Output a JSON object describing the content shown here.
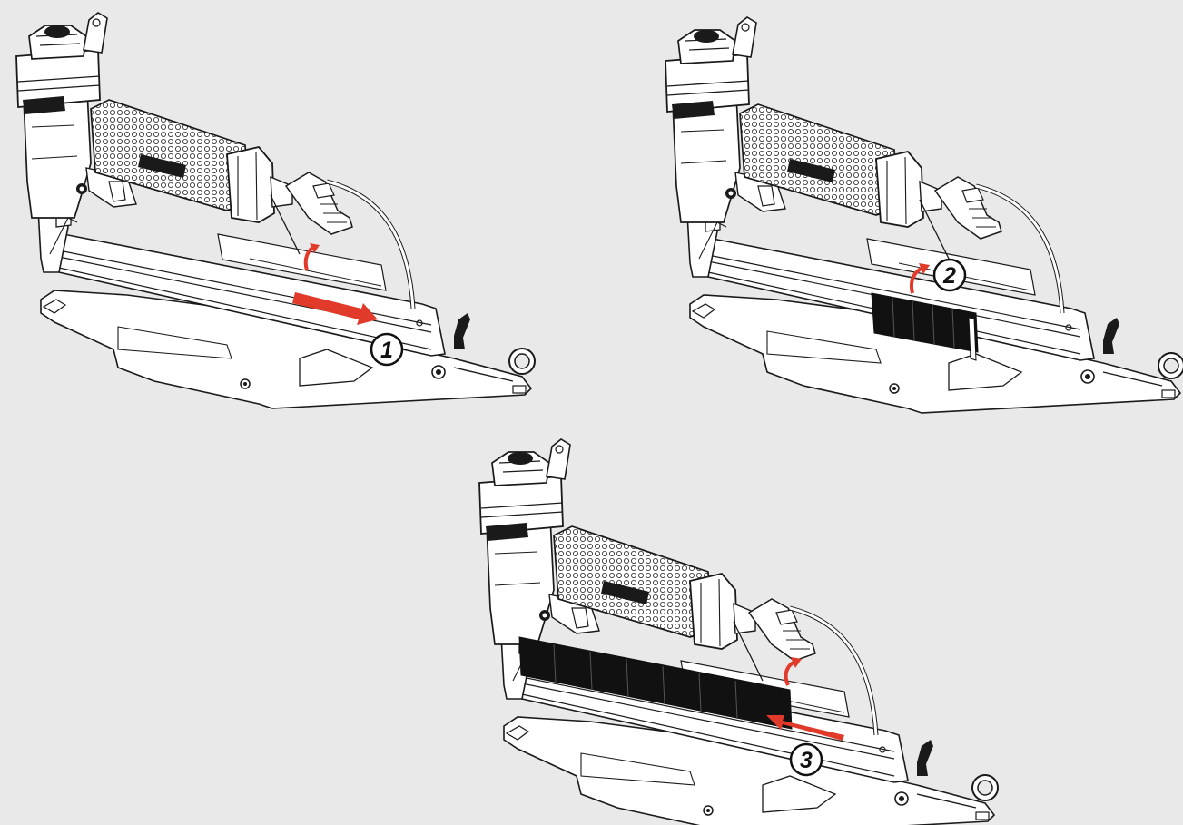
{
  "colors": {
    "background": "#e9e9e9",
    "line": "#1a1a1a",
    "fill_light": "#ffffff",
    "fill_dark": "#111111",
    "arrow_red": "#e23a2a"
  },
  "steps": [
    {
      "number": "1",
      "arrows": [
        "push-right-arrow",
        "lift-arrow"
      ]
    },
    {
      "number": "2",
      "arrows": [
        "lift-arrow"
      ],
      "loaded_strip": "short"
    },
    {
      "number": "3",
      "arrows": [
        "push-left-arrow",
        "lift-arrow"
      ],
      "loaded_strip": "long"
    }
  ],
  "icons": [
    "nailer-illustration",
    "red-arrow-icon",
    "curved-arrow-icon",
    "number-badge-icon"
  ]
}
